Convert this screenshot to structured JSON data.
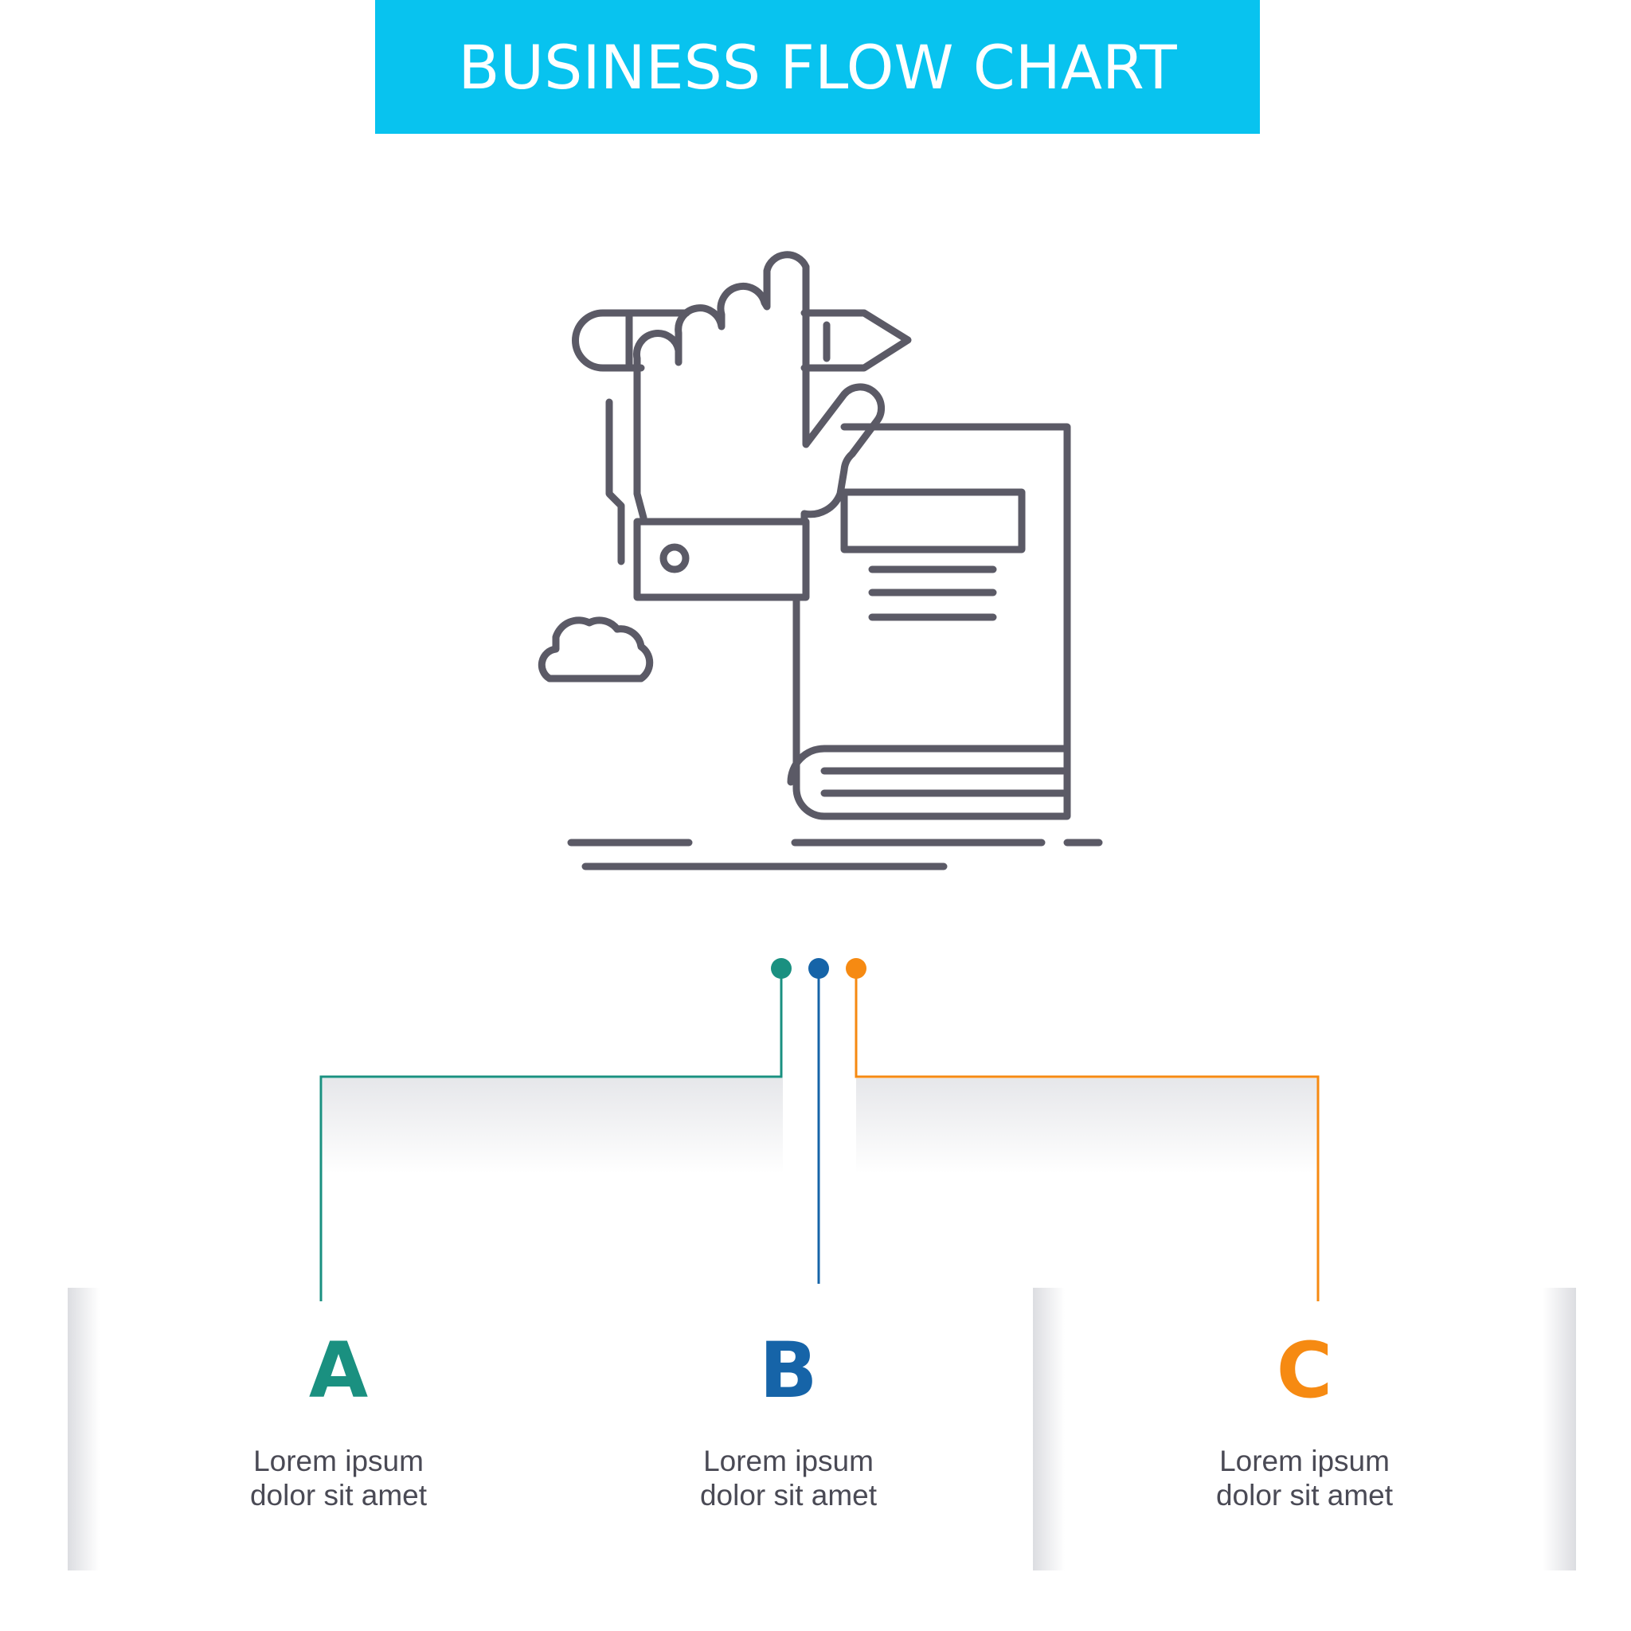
{
  "header": {
    "title": "BUSINESS FLOW CHART"
  },
  "colors": {
    "header_bg": "#08c3ef",
    "line_art": "#5b5a66",
    "branch_a": "#1a9080",
    "branch_b": "#1664a8",
    "branch_c": "#f68a12"
  },
  "icon": {
    "name": "hand-pencil-book-icon"
  },
  "branches": [
    {
      "letter": "A",
      "text_line1": "Lorem ipsum",
      "text_line2": "dolor sit amet"
    },
    {
      "letter": "B",
      "text_line1": "Lorem ipsum",
      "text_line2": "dolor sit amet"
    },
    {
      "letter": "C",
      "text_line1": "Lorem ipsum",
      "text_line2": "dolor sit amet"
    }
  ]
}
